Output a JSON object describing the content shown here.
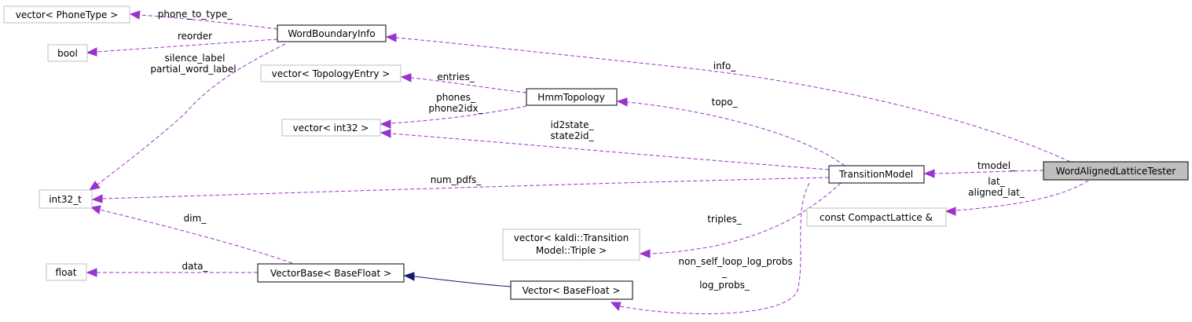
{
  "colors": {
    "member_edge": "#9a32cd",
    "inherit_edge": "#191970",
    "main_node_fill": "#bfbfbf",
    "external_node_border": "#bfbfbf"
  },
  "nodes": {
    "vector_phonetype": "vector< PhoneType >",
    "bool": "bool",
    "word_boundary_info": "WordBoundaryInfo",
    "vector_topologyentry": "vector< TopologyEntry >",
    "hmm_topology": "HmmTopology",
    "vector_int32": "vector< int32 >",
    "int32_t": "int32_t",
    "float": "float",
    "vectorbase": "VectorBase< BaseFloat >",
    "vector_basefloat": "Vector< BaseFloat >",
    "vector_triple_line1": "vector< kaldi::Transition",
    "vector_triple_line2": "Model::Triple >",
    "transition_model": "TransitionModel",
    "const_compact_lattice": "const CompactLattice &",
    "word_aligned_lattice_tester": "WordAlignedLatticeTester"
  },
  "edges": {
    "phone_to_type": "phone_to_type_",
    "reorder": "reorder",
    "silence_label": "silence_label",
    "partial_word_label": "partial_word_label",
    "info": "info_",
    "entries": "entries_",
    "phones": "phones_",
    "phone2idx": "phone2idx_",
    "topo": "topo_",
    "id2state": "id2state_",
    "state2id": "state2id_",
    "num_pdfs": "num_pdfs_",
    "tmodel": "tmodel_",
    "lat": "lat_",
    "aligned_lat": "aligned_lat_",
    "dim": "dim_",
    "data": "data_",
    "triples": "triples_",
    "non_self_loop_log_probs": "non_self_loop_log_probs",
    "underscore": "_",
    "log_probs": "log_probs_"
  }
}
